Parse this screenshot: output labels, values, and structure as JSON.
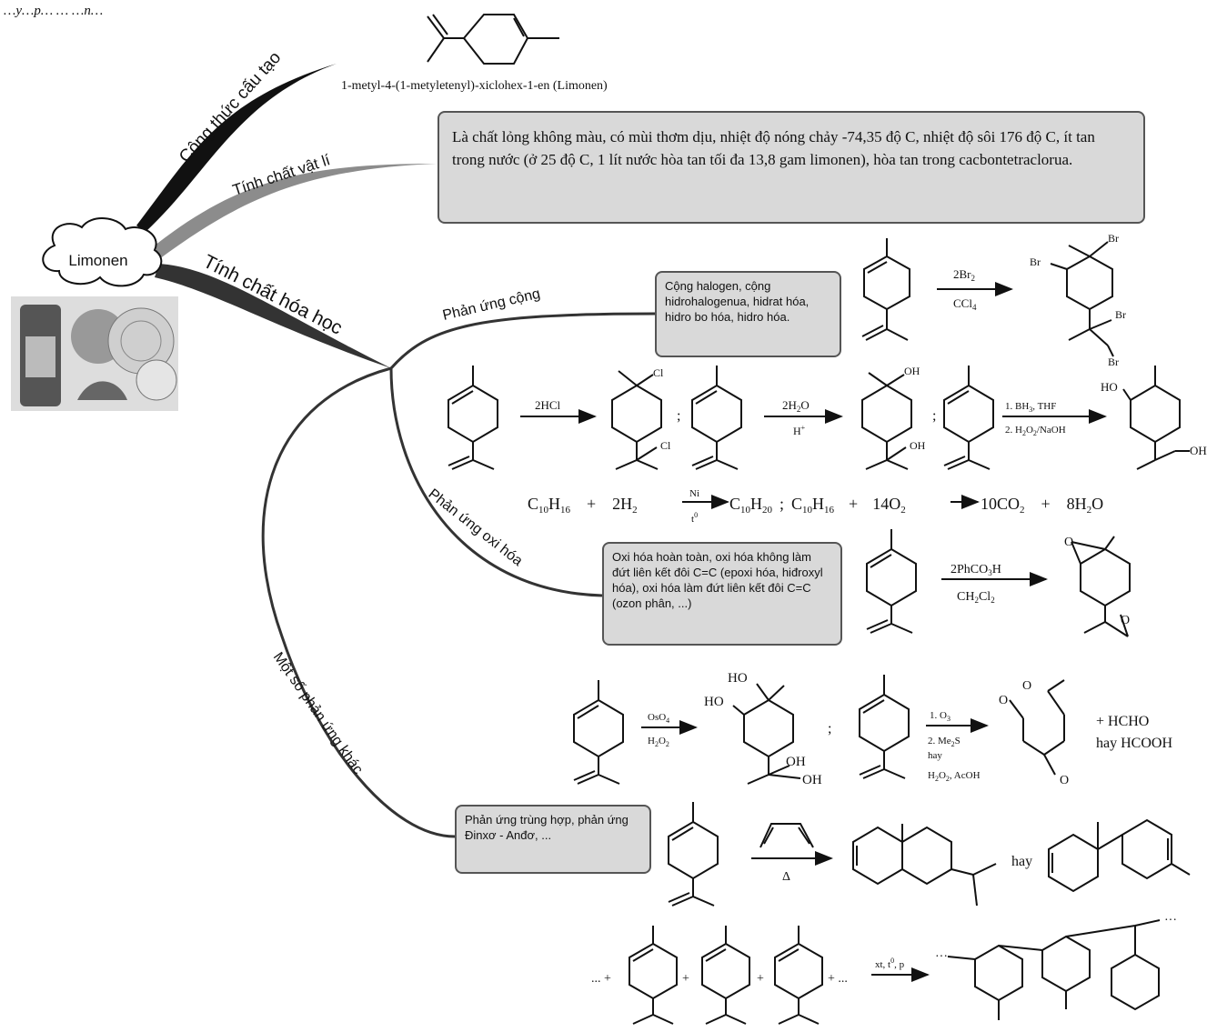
{
  "header_text": "…y…p… … …n…",
  "center": {
    "label": "Limonen"
  },
  "branches": {
    "structure": "Công thức cấu tạo",
    "physical": "Tính chất vật lí",
    "chemical": "Tính chất hóa học",
    "addition": "Phản ứng cộng",
    "oxidation": "Phản ứng oxi hóa",
    "other": "Một số phản ứng khác"
  },
  "structure_name": "1-metyl-4-(1-metyletenyl)-xiclohex-1-en (Limonen)",
  "physical_text": "Là chất lỏng không màu, có mùi thơm dịu, nhiệt độ nóng chảy -74,35 độ C, nhiệt độ sôi 176 độ C, ít tan trong nước (ở 25 độ C, 1 lít nước hòa tan tối đa 13,8 gam limonen), hòa tan trong cacbontetraclorua.",
  "addition_box": "Cộng halogen, cộng hidrohalogenua, hidrat hóa, hidro bo hóa, hidro hóa.",
  "oxidation_box": "Oxi hóa hoàn toàn, oxi hóa không làm đứt liên kết đôi C=C (epoxi hóa, hiđroxyl hóa), oxi hóa làm đứt liên kết đôi C=C (ozon phân, ...)",
  "other_box": "Phản ứng trùng hợp, phản ứng Đinxơ - Anđơ, ...",
  "reactions": {
    "br2_top": "2Br",
    "br2_top_sub": "2",
    "br2_bottom": "CCl",
    "br2_bottom_sub": "4",
    "br": "Br",
    "hcl": "2HCl",
    "cl": "Cl",
    "h2o_top": "2H",
    "h2o_top_sub": "2",
    "h2o_top_end": "O",
    "h2o_bottom": "H",
    "h2o_bottom_sup": "+",
    "oh": "OH",
    "ho": "HO",
    "bh3_1": "1. BH",
    "bh3_1_sub": "3",
    "bh3_1_end": ", THF",
    "bh3_2": "2. H",
    "bh3_2_a": "2",
    "bh3_2_mid": "O",
    "bh3_2_b": "2",
    "bh3_2_end": "/NaOH",
    "sep": ";",
    "hydro_c10h16_a": "C",
    "sub_10": "10",
    "sub_16": "H",
    "sub_16b": "16",
    "plus": "+",
    "h2": "2H",
    "h2_sub": "2",
    "ni": "Ni",
    "t0": "t",
    "t0_sup": "0",
    "c10h20": "C",
    "c10h20_sub_a": "10",
    "c10h20_h": "H",
    "c10h20_sub_b": "20",
    "o2": "14O",
    "o2_sub": "2",
    "arrow": "→",
    "co2": "10CO",
    "co2_sub": "2",
    "h2o_prod": "8H",
    "h2o_prod_sub": "2",
    "h2o_prod_end": "O",
    "epox_top": "2PhCO",
    "epox_top_sub": "3",
    "epox_top_end": "H",
    "epox_bottom": "CH",
    "epox_bottom_sub": "2",
    "epox_bottom_mid": "Cl",
    "epox_bottom_sub2": "2",
    "o": "O",
    "oso4_top": "OsO",
    "oso4_sub": "4",
    "oso4_bottom": "H",
    "oso4_bottom_sub": "2",
    "oso4_bottom_mid": "O",
    "oso4_bottom_sub2": "2",
    "ozon_1": "1. O",
    "ozon_1_sub": "3",
    "ozon_2": "2. Me",
    "ozon_2_sub": "2",
    "ozon_2_end": "S",
    "ozon_hay": "hay",
    "ozon_3": "H",
    "ozon_3_sub": "2",
    "ozon_3_mid": "O",
    "ozon_3_sub2": "2",
    "ozon_3_end": ", AcOH",
    "hcho": "+ HCHO",
    "hcooh": "hay HCOOH",
    "delta": "Δ",
    "hay": "hay",
    "polymer_cond": "xt, t",
    "polymer_cond_sup": "0",
    "polymer_cond_end": ", p",
    "dash_plus": "... +",
    "plus_dots": "+ ...",
    "dots": "···"
  },
  "colors": {
    "branch_dark": "#111111",
    "branch_gray": "#8c8c8c",
    "box_fill": "#d9d9d9",
    "box_border": "#555555"
  }
}
